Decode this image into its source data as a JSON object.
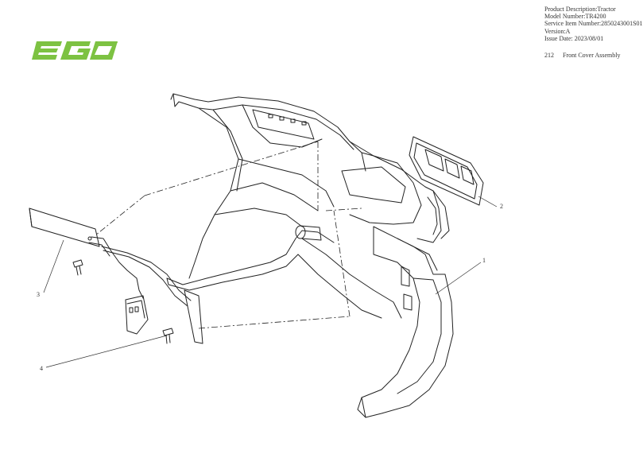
{
  "logo": {
    "text": "EGO",
    "color": "#7dc242"
  },
  "info": {
    "product_description": "Product Description:Tractor",
    "model_number": "Model Number:TR4200",
    "service_item_number": "Service Item Number:2850243001S01",
    "version": "Version:A",
    "issue_date": "Issue Date: 2023/08/01"
  },
  "section": {
    "number": "212",
    "title": "Front Cover Assembly"
  },
  "callouts": [
    {
      "label": "1",
      "part": "front-cover"
    },
    {
      "label": "2",
      "part": "ego-badge"
    },
    {
      "label": "3",
      "part": "bracket-plate"
    },
    {
      "label": "4",
      "part": "screw"
    }
  ],
  "badge_text": "EGO"
}
